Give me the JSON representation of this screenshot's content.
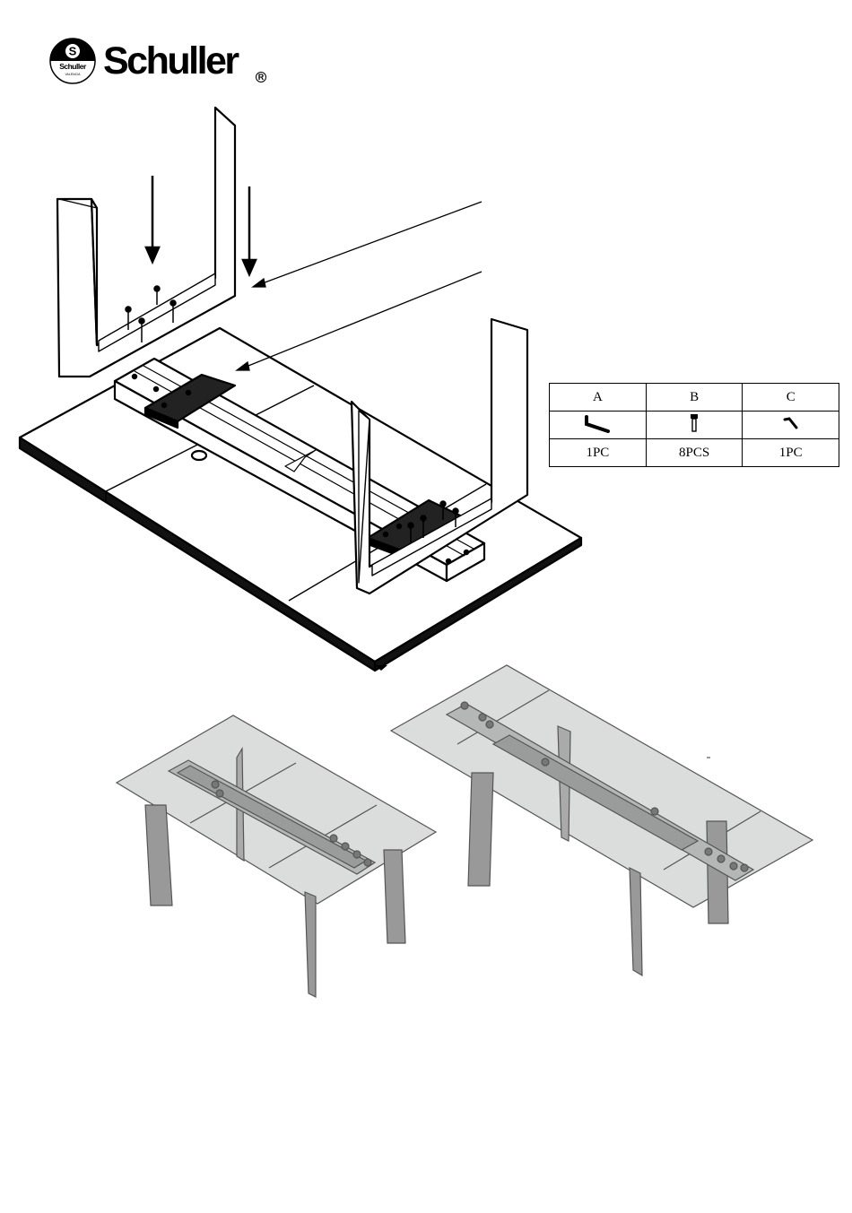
{
  "brand": {
    "logo_mark_text": "Schuller",
    "logo_mark_sub": "VALENCIA",
    "wordmark": "Schuller"
  },
  "parts_table": {
    "headers": [
      "A",
      "B",
      "C"
    ],
    "icons": [
      "allen-key-icon",
      "bolt-icon",
      "small-allen-key-icon"
    ],
    "quantities": [
      "1PC",
      "8PCS",
      "1PC"
    ]
  }
}
